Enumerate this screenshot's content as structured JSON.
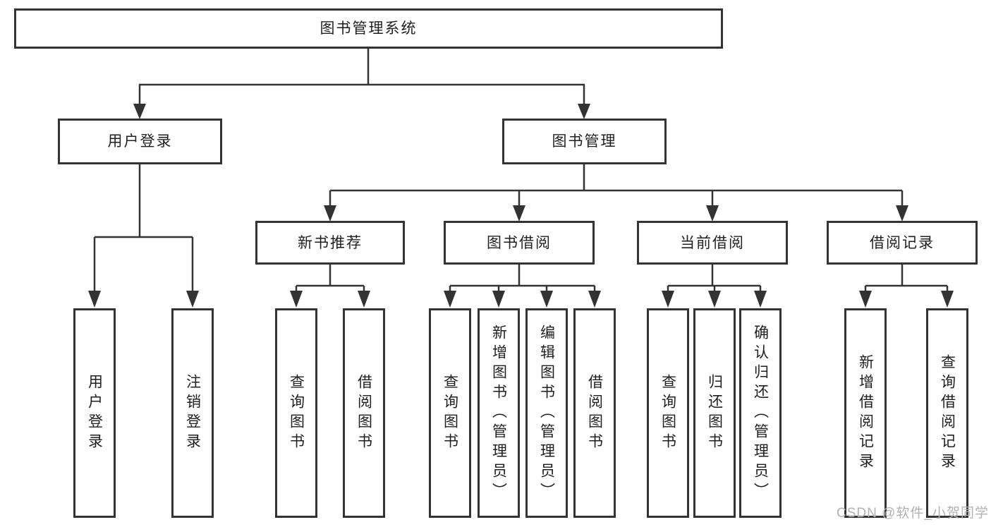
{
  "diagram": {
    "type": "hierarchy-tree",
    "root": "图书管理系统",
    "user_login": {
      "label": "用户登录",
      "children": [
        "用户登录",
        "注销登录"
      ]
    },
    "book_management": {
      "label": "图书管理"
    },
    "new_book_recommend": {
      "label": "新书推荐",
      "children": [
        "查询图书",
        "借阅图书"
      ]
    },
    "book_borrow": {
      "label": "图书借阅",
      "children": [
        "查询图书",
        "新增图书（管理员）",
        "编辑图书（管理员）",
        "借阅图书"
      ]
    },
    "current_borrow": {
      "label": "当前借阅",
      "children": [
        "查询图书",
        "归还图书",
        "确认归还（管理员）"
      ]
    },
    "borrow_record": {
      "label": "借阅记录",
      "children": [
        "新增借阅记录",
        "查询借阅记录"
      ]
    }
  },
  "watermark": "CSDN @软件_小贺同学",
  "colors": {
    "line": "#333333",
    "text": "#1f1f1f",
    "background": "#ffffff",
    "watermark": "#b2b2b2"
  }
}
